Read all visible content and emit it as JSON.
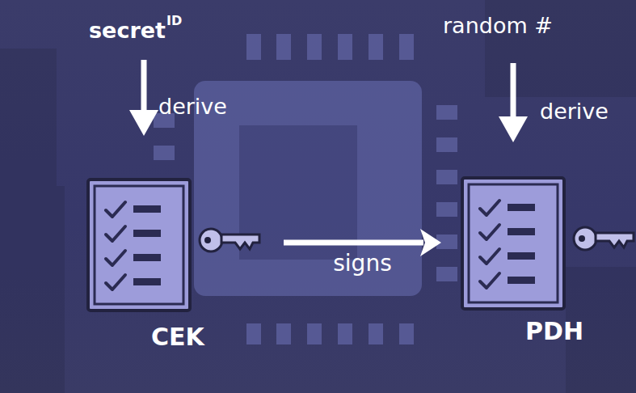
{
  "diagram": {
    "nodes": [
      {
        "text": [
          "CEK"
        ]
      },
      {
        "text": [
          "PDH"
        ]
      }
    ],
    "edges": [
      {
        "from": 0,
        "to": 1,
        "label": "signs",
        "arrow": "to"
      }
    ],
    "labels": [
      "secret",
      "ID",
      "random #",
      "derive",
      "derive"
    ]
  }
}
